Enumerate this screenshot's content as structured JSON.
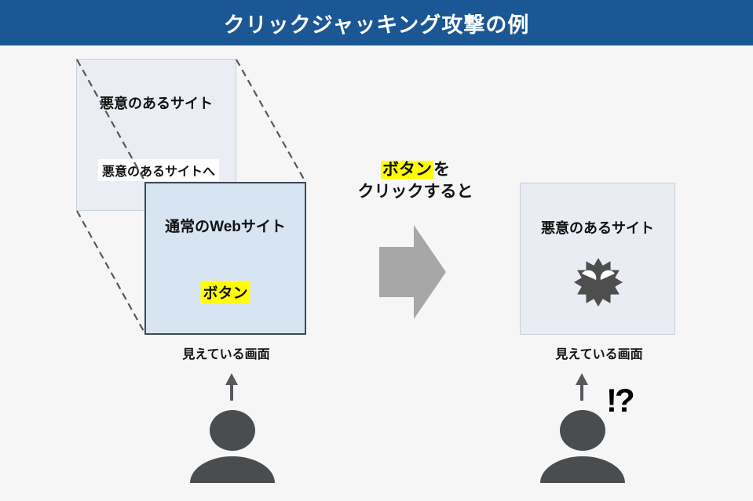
{
  "header": {
    "title": "クリックジャッキング攻撃の例",
    "bg_color": "#1B5794"
  },
  "left_diagram": {
    "back_box": {
      "title": "悪意のあるサイト",
      "link_label": "悪意のあるサイトへ",
      "fill": "#EAEEF4"
    },
    "front_box": {
      "title": "通常のWebサイト",
      "button_label": "ボタン",
      "fill": "#D7E4F1"
    },
    "caption": "見えている画面"
  },
  "middle": {
    "highlight_word": "ボタン",
    "line1_suffix": "を",
    "line2": "クリックすると"
  },
  "right_diagram": {
    "box": {
      "title": "悪意のあるサイト",
      "fill": "#E9EDF3"
    },
    "caption": "見えている画面",
    "surprise_mark": "!?"
  },
  "icons": {
    "flow_arrow": "right-block-arrow",
    "up_arrow": "arrow-up",
    "person": "person-silhouette",
    "malware": "spiky-virus-face",
    "projection_lines": "dashed-perspective-lines"
  },
  "colors": {
    "header_bg": "#1B5794",
    "background": "#F6F6F7",
    "highlight_yellow": "#FFFF00",
    "back_box_fill": "#EAEEF4",
    "front_box_fill": "#D7E4F1",
    "right_box_fill": "#E9EDF3",
    "front_box_border": "#3E4956",
    "light_box_border": "#C9CFD8",
    "flow_arrow_gray": "#A7A7A7",
    "figure_gray": "#4A4D4F",
    "dash_gray": "#55585C"
  }
}
